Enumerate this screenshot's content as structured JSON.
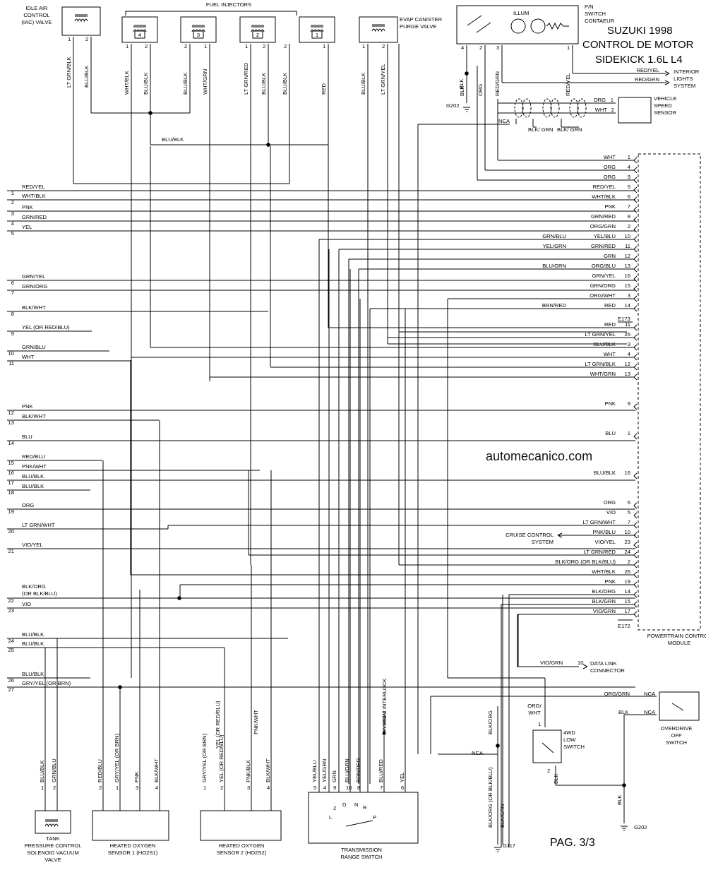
{
  "header": {
    "line1": "SUZUKI 1998",
    "line2": "CONTROL DE MOTOR",
    "line3": "SIDEKICK 1.6L L4"
  },
  "watermark": "automecanico.com",
  "footer": {
    "page": "PAG. 3/3"
  },
  "components": {
    "iac": [
      "IDLE AIR",
      "CONTROL",
      "(IAC) VALVE"
    ],
    "fuel_injectors": "FUEL INJECTORS",
    "evap": [
      "EVAP CANISTER",
      "PURGE VALVE"
    ],
    "pn_switch": [
      "P/N",
      "SWITCH",
      "CONTAEUR"
    ],
    "illum": "ILLUM",
    "interior_lights": [
      "INTERIOR",
      "LIGHTS",
      "SYSTEM"
    ],
    "vss": [
      "VEHICLE",
      "SPEED",
      "SENSOR"
    ],
    "pcm": [
      "POWERTRAIN CONTROL",
      "MODULE"
    ],
    "cruise": [
      "CRUISE CONTROL",
      "SYSTEM"
    ],
    "dlc": [
      "DATA LINK",
      "CONNECTOR"
    ],
    "overdrive": [
      "OVERDRIVE",
      "OFF",
      "SWITCH"
    ],
    "wd4": [
      "4WD",
      "LOW",
      "SWITCH"
    ],
    "shift_interlock": [
      "SHIFT INTERLOCK",
      "SYSTEM"
    ],
    "tank": [
      "TANK",
      "PRESSURE CONTROL",
      "SOLENOID VACUUM",
      "VALVE"
    ],
    "ho2s1": [
      "HEATED OXYGEN",
      "SENSOR 1 (HO2S1)"
    ],
    "ho2s2": [
      "HEATED OXYGEN",
      "SENSOR 2 (HO2S2)"
    ],
    "trs": [
      "TRANSMISSION",
      "RANGE SWITCH"
    ],
    "grounds": {
      "g202_top": "G202",
      "g202_bottom": "G202",
      "g117": "G117"
    },
    "connectors": {
      "e173": "E173",
      "e172": "E172"
    }
  },
  "top_wires": [
    {
      "pin": "1",
      "color": "LT GRN/BLK"
    },
    {
      "pin": "2",
      "color": "BLU/BLK"
    },
    {
      "pin": "1",
      "color": "WHT/BLK"
    },
    {
      "pin": "2",
      "color": "BLU/BLK"
    },
    {
      "pin": "2",
      "color": "BLU/BLK"
    },
    {
      "pin": "1",
      "color": "WHT/GRN"
    },
    {
      "pin": "1",
      "color": "LT GRN/RED"
    },
    {
      "pin": "2",
      "color": "BLU/BLK"
    },
    {
      "pin": "2",
      "color": "BLU/BLK"
    },
    {
      "pin": "1",
      "color": "RED"
    },
    {
      "pin": "1",
      "color": "BLU/BLK"
    },
    {
      "pin": "2",
      "color": "LT GRN/YEL"
    },
    {
      "pin": "4",
      "color": "BLK"
    },
    {
      "pin": "2",
      "color": "ORG"
    },
    {
      "pin": "3",
      "color": "RED/GRN"
    },
    {
      "pin": "1",
      "color": "RED/YEL"
    }
  ],
  "injector_numbers": [
    "4",
    "3",
    "2",
    "1"
  ],
  "misc_labels": {
    "blu_blk": "BLU/BLK",
    "blk": "BLK",
    "nca": "NCA",
    "red_yel": "RED/YEL",
    "red_grn": "RED/GRN",
    "vss_org": "ORG",
    "vss_org_pin": "1",
    "vss_wht": "WHT",
    "vss_wht_pin": "2",
    "blk_grn": "BLK/ GRN",
    "od_org_grn": "ORG/GRN",
    "od_blk": "BLK",
    "dlc_vio_grn": "VIO/GRN",
    "dlc_pin": "10",
    "wd4_org_wht": "ORG/ WHT",
    "wd4_pin1": "1",
    "wd4_pin2": "2",
    "wd4_blk": "BLK",
    "g117_blk_org_mid": "BLK/ORG",
    "g117_blk_org": "BLK/ORG (OR BLK/BLU)",
    "g117_blk_grn": "BLK/GRN",
    "g202_blk": "BLK"
  },
  "left_wires": [
    {
      "n": "1",
      "color": "RED/YEL"
    },
    {
      "n": "2",
      "color": "WHT/BLK"
    },
    {
      "n": "3",
      "color": "PNK"
    },
    {
      "n": "4",
      "color": "GRN/RED"
    },
    {
      "n": "5",
      "color": "YEL"
    },
    {
      "n": "6",
      "color": "GRN/YEL"
    },
    {
      "n": "7",
      "color": "GRN/ORG"
    },
    {
      "n": "8",
      "color": "BLK/WHT"
    },
    {
      "n": "9",
      "color": "YEL (OR RED/BLU)"
    },
    {
      "n": "10",
      "color": "GRN/BLU"
    },
    {
      "n": "11",
      "color": "WHT"
    },
    {
      "n": "12",
      "color": "PNK"
    },
    {
      "n": "13",
      "color": "BLK/WHT"
    },
    {
      "n": "14",
      "color": "BLU"
    },
    {
      "n": "15",
      "color": "RED/BLU"
    },
    {
      "n": "16",
      "color": "PNK/WHT"
    },
    {
      "n": "17",
      "color": "BLU/BLK"
    },
    {
      "n": "18",
      "color": "BLU/BLK"
    },
    {
      "n": "19",
      "color": "ORG"
    },
    {
      "n": "20",
      "color": "LT GRN/WHT"
    },
    {
      "n": "21",
      "color": "VIO/YEL"
    },
    {
      "n": "22",
      "color": "BLK/ORG (OR BLK/BLU)"
    },
    {
      "n": "23",
      "color": "VIO"
    },
    {
      "n": "24",
      "color": "BLU/BLK"
    },
    {
      "n": "25",
      "color": "BLU/BLK"
    },
    {
      "n": "26",
      "color": "BLU/BLK"
    },
    {
      "n": "27",
      "color": "GRY/YEL (OR BRN)"
    }
  ],
  "pcm_pins": [
    {
      "color": "WHT",
      "pin": "1"
    },
    {
      "color": "ORG",
      "pin": "4"
    },
    {
      "color": "ORG",
      "pin": "9"
    },
    {
      "color": "RED/YEL",
      "pin": "5"
    },
    {
      "color": "WHT/BLK",
      "pin": "6"
    },
    {
      "color": "PNK",
      "pin": "7"
    },
    {
      "color": "GRN/RED",
      "pin": "8"
    },
    {
      "color": "ORG/GRN",
      "pin": "2"
    },
    {
      "color": "YEL/BLU",
      "pin": "10"
    },
    {
      "color": "GRN/RED",
      "pin": "11"
    },
    {
      "color": "GRN",
      "pin": "12"
    },
    {
      "color": "ORG/BLU",
      "pin": "13"
    },
    {
      "color": "GRN/YEL",
      "pin": "16"
    },
    {
      "color": "GRN/ORG",
      "pin": "15"
    },
    {
      "color": "ORG/WHT",
      "pin": "3"
    },
    {
      "color": "RED",
      "pin": "14"
    },
    {
      "color": "RED",
      "pin": "11"
    },
    {
      "color": "LT GRN/YEL",
      "pin": "25"
    },
    {
      "color": "BLU/BLK",
      "pin": "3"
    },
    {
      "color": "WHT",
      "pin": "4"
    },
    {
      "color": "LT GRN/BLK",
      "pin": "12"
    },
    {
      "color": "WHT/GRN",
      "pin": "13"
    },
    {
      "color": "PNK",
      "pin": "9"
    },
    {
      "color": "BLU",
      "pin": "1"
    },
    {
      "color": "BLU/BLK",
      "pin": "16"
    },
    {
      "color": "ORG",
      "pin": "6"
    },
    {
      "color": "VIO",
      "pin": "5"
    },
    {
      "color": "LT GRN/WHT",
      "pin": "7"
    },
    {
      "color": "PNK/BLU",
      "pin": "10"
    },
    {
      "color": "VIO/YEL",
      "pin": "23"
    },
    {
      "color": "LT GRN/RED",
      "pin": "24"
    },
    {
      "color": "BLK/ORG (OR BLK/BLU)",
      "pin": "2"
    },
    {
      "color": "WHT/BLK",
      "pin": "26"
    },
    {
      "color": "PNK",
      "pin": "19"
    },
    {
      "color": "BLK/ORG",
      "pin": "14"
    },
    {
      "color": "BLK/GRN",
      "pin": "15"
    },
    {
      "color": "VIO/GRN",
      "pin": "17"
    }
  ],
  "pcm_side_labels": [
    "GRN/BLU",
    "YEL/GRN",
    "BLU/GRN",
    "BRN/RED"
  ],
  "bottom_wires": [
    {
      "pin": "1",
      "color": "BLU/BLK"
    },
    {
      "pin": "2",
      "color": "GRN/BLU"
    },
    {
      "pin": "2",
      "color": "RED/BLU"
    },
    {
      "pin": "1",
      "color": "GRY/YEL (OR BRN)"
    },
    {
      "pin": "3",
      "color": "PNK"
    },
    {
      "pin": "4",
      "color": "BLK/WHT"
    },
    {
      "pin": "1",
      "color": "GRY/YEL (OR BRN)"
    },
    {
      "pin": "2",
      "color": "YEL (OR RED/BLU)"
    },
    {
      "pin": "3",
      "color": "PNK/BLK"
    },
    {
      "pin": "4",
      "color": "BLK/WHT"
    },
    {
      "pin": "5",
      "color": "YEL/BLU"
    },
    {
      "pin": "4",
      "color": "YEL/GRN"
    },
    {
      "pin": "9",
      "color": "GRN"
    },
    {
      "pin": "10",
      "color": "BLU/GRN"
    },
    {
      "pin": "8",
      "color": "BRN/RED"
    },
    {
      "pin": "7",
      "color": "BLU/RED"
    },
    {
      "pin": "6",
      "color": "YEL"
    }
  ],
  "ho2s_mid_labels": {
    "yel_or_red": "YEL (OR RED/BLU)",
    "pnk_wht": "PNK/WHT"
  },
  "trs_letters": [
    "D",
    "N",
    "R",
    "L",
    "2",
    "P"
  ]
}
